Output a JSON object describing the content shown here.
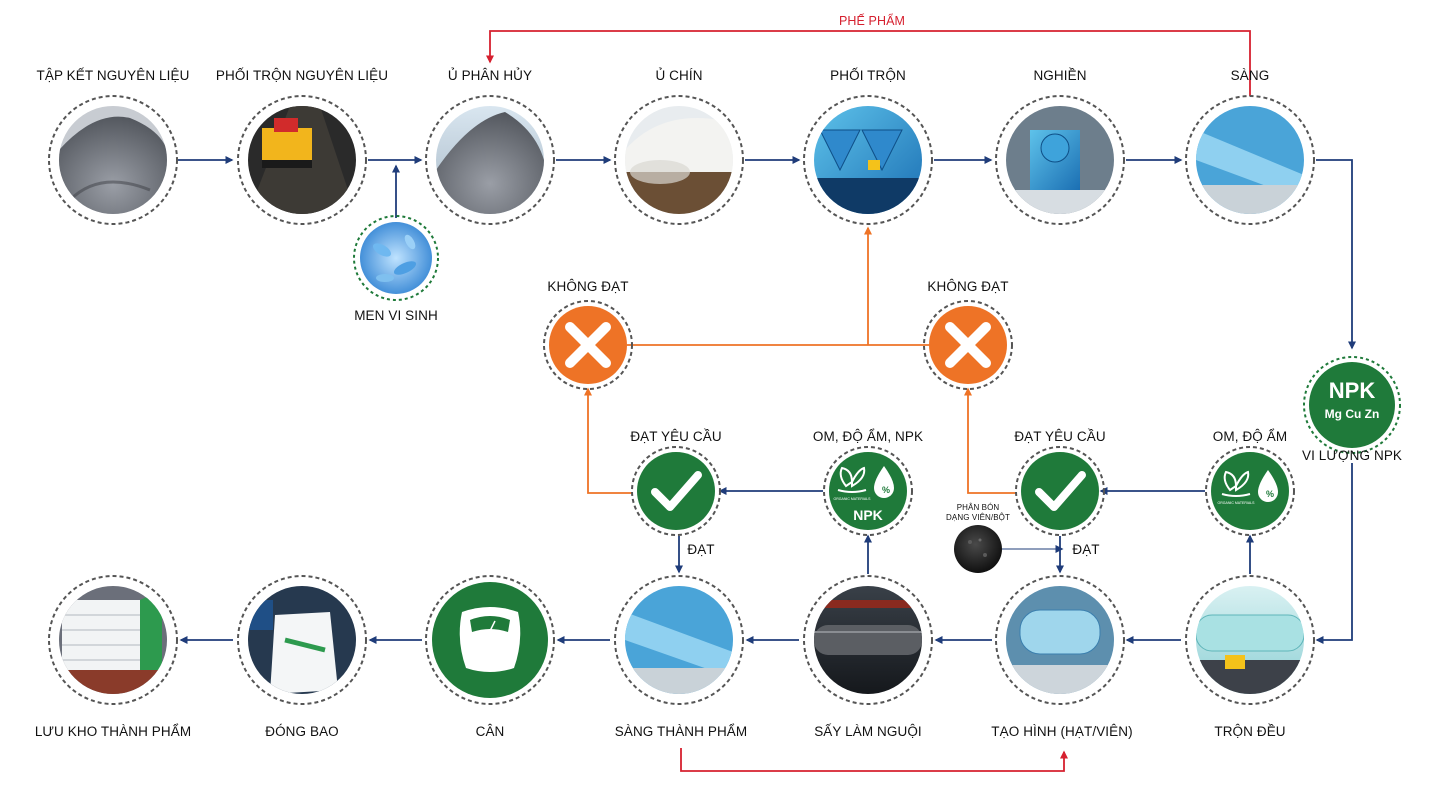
{
  "labels": {
    "tap_ket": "TẬP KẾT NGUYÊN LIỆU",
    "phoi_tron_nl": "PHỐI TRỘN NGUYÊN LIỆU",
    "u_phan_huy": "Ủ PHÂN HỦY",
    "u_chin": "Ủ CHÍN",
    "phoi_tron": "PHỐI TRỘN",
    "nghien": "NGHIỀN",
    "sang": "SÀNG",
    "phe_pham": "PHẾ PHẨM",
    "men_vi_sinh": "MEN VI SINH",
    "khong_dat_left": "KHÔNG ĐẠT",
    "khong_dat_right": "KHÔNG ĐẠT",
    "vi_luong_npk": "VI LƯỢNG NPK",
    "dat_yeu_cau_left": "ĐẠT YÊU CẦU",
    "om_do_am_npk": "OM, ĐỘ ẨM, NPK",
    "dat_yeu_cau_right": "ĐẠT YÊU CẦU",
    "om_do_am": "OM, ĐỘ ẨM",
    "dat_left": "ĐẠT",
    "dat_right": "ĐẠT",
    "phan_bon_line1": "PHÂN BÓN",
    "phan_bon_line2": "DẠNG VIÊN/BỘT",
    "luu_kho": "LƯU KHO THÀNH PHẨM",
    "dong_bao": "ĐÓNG BAO",
    "can": "CÂN",
    "sang_thanh_pham": "SÀNG THÀNH PHẨM",
    "say_lam_nguoi": "SẤY LÀM NGUỘI",
    "tao_hinh": "TẠO HÌNH (HẠT/VIÊN)",
    "tron_deu": "TRỘN ĐỀU"
  },
  "badges": {
    "npk_title": "NPK",
    "npk_sub": "Mg Cu Zn",
    "npk_badge": "NPK",
    "organic": "ORGANIC MATERIALS",
    "percent": "%"
  },
  "colors": {
    "green": "#1f7a3a",
    "orange": "#ee7326",
    "navy": "#1f3c7a",
    "red": "#d6202f",
    "dash": "#555555"
  }
}
